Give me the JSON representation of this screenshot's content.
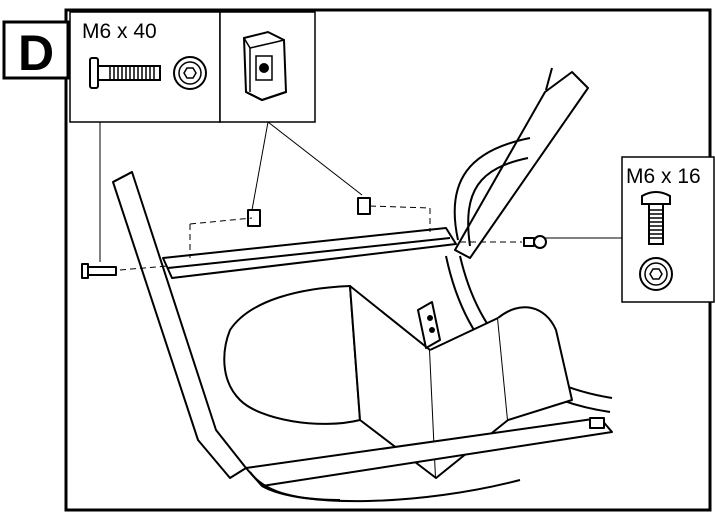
{
  "step": {
    "letter": "D"
  },
  "parts": {
    "long_bolt": {
      "label": "M6 x 40",
      "icon": "bolt-icon"
    },
    "nut_clip": {
      "icon": "clip-nut-icon"
    },
    "short_bolt": {
      "label": "M6 x 16",
      "icon": "bolt-icon"
    },
    "washer": {
      "icon": "hex-washer-icon"
    }
  },
  "colors": {
    "ink": "#000000",
    "paper": "#ffffff"
  }
}
